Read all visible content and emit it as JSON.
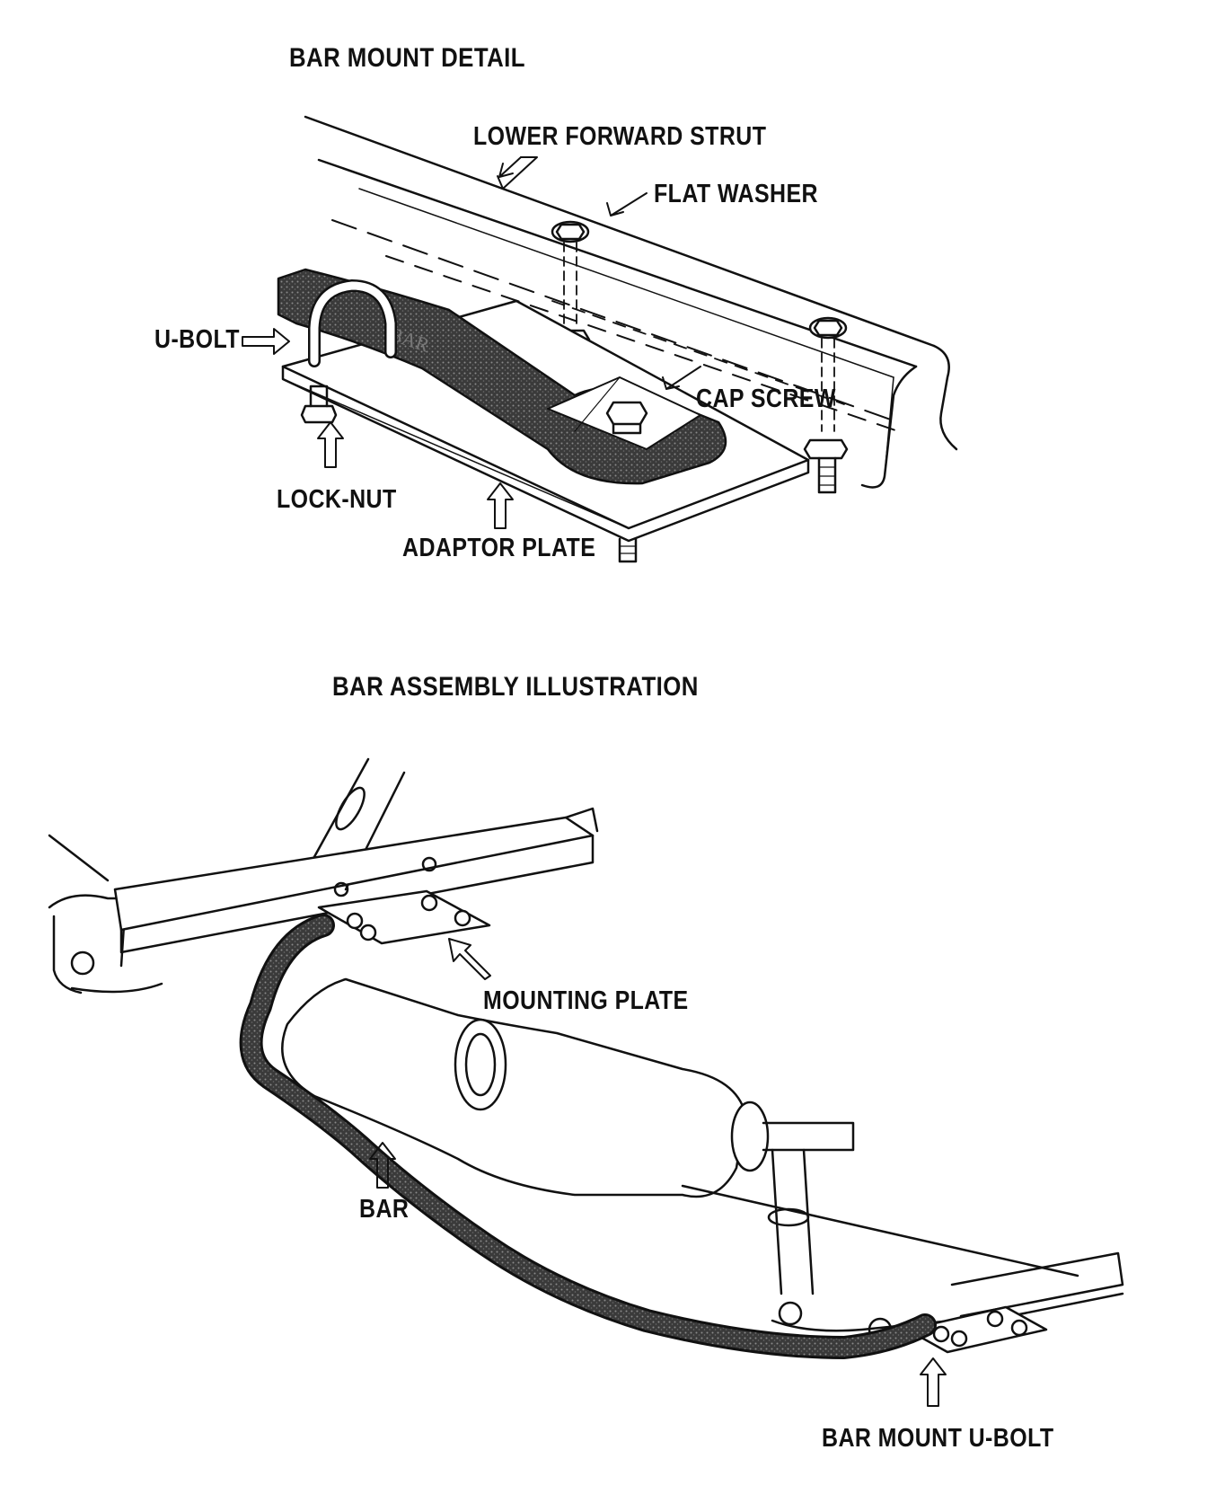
{
  "bar_mount_detail": {
    "title": "BAR MOUNT DETAIL",
    "labels": {
      "lower_forward_strut": "LOWER FORWARD STRUT",
      "flat_washer": "FLAT WASHER",
      "u_bolt": "U-BOLT",
      "cap_screw": "CAP SCREW",
      "lock_nut": "LOCK-NUT",
      "adaptor_plate": "ADAPTOR PLATE",
      "bar_stamp": "BAR"
    }
  },
  "bar_assembly": {
    "title": "BAR ASSEMBLY ILLUSTRATION",
    "labels": {
      "mounting_plate": "MOUNTING PLATE",
      "bar": "BAR",
      "bar_mount_u_bolt": "BAR MOUNT U-BOLT"
    }
  },
  "colors": {
    "ink": "#111111",
    "paper": "#ffffff",
    "bar_fill": "#3a3a3a"
  }
}
